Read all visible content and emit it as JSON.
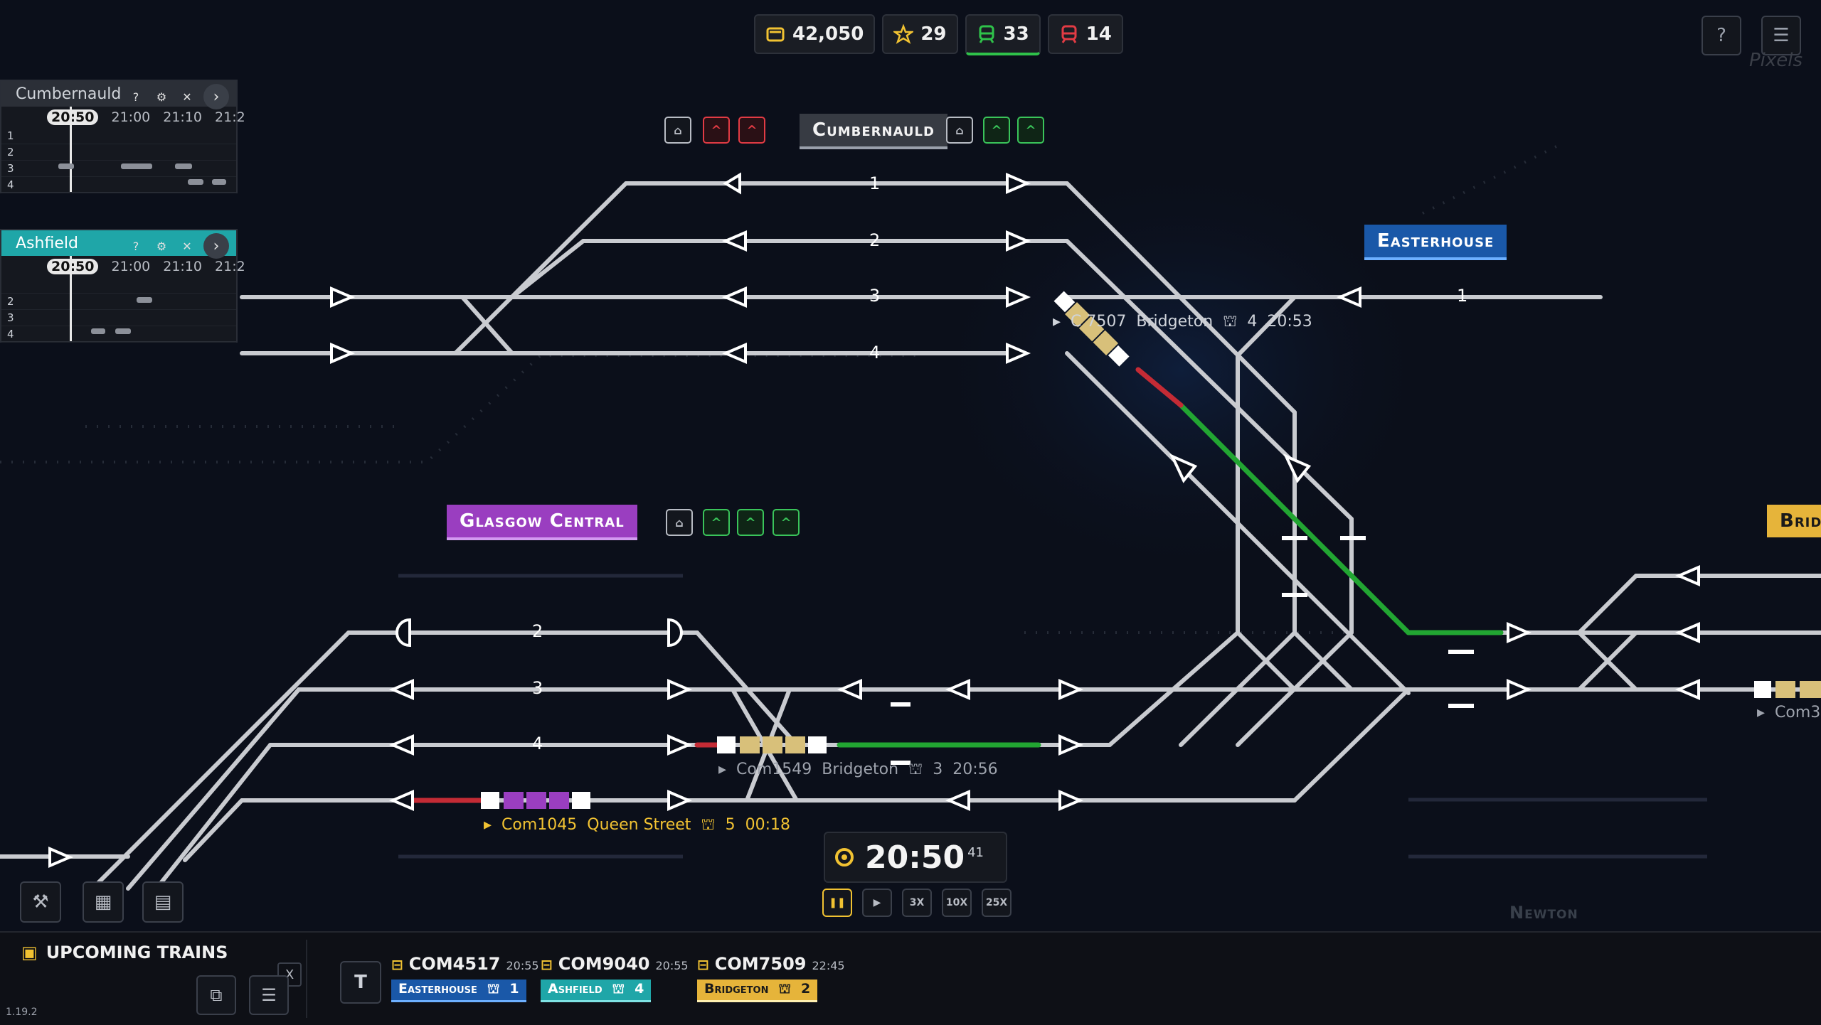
{
  "resources": {
    "money": "42,050",
    "stars": "29",
    "trains_ok": "33",
    "trains_late": "14"
  },
  "watermark": "Pixels",
  "timetables": [
    {
      "station": "Cumbernauld",
      "now": "20:50",
      "times": [
        "21:00",
        "21:10",
        "21:2"
      ],
      "rows": [
        "1",
        "2",
        "3",
        "4"
      ]
    },
    {
      "station": "Ashfield",
      "now": "20:50",
      "times": [
        "21:00",
        "21:10",
        "21:2"
      ],
      "rows": [
        "",
        "2",
        "3",
        "4"
      ]
    }
  ],
  "stations": {
    "cumbernauld": "Cumbernauld",
    "easterhouse": "Easterhouse",
    "glasgow_central": "Glasgow Central",
    "bridgeton": "Brid",
    "newton": "Newton"
  },
  "platforms": {
    "cumbernauld": [
      "1",
      "2",
      "3",
      "4"
    ],
    "easterhouse": [
      "1"
    ],
    "glasgow": [
      "2",
      "3",
      "4"
    ]
  },
  "train_tags": {
    "t7507": {
      "id": "C  7507",
      "dest": "Bridgeton",
      "platform": "4",
      "time": "20:53"
    },
    "t1549": {
      "id": "Com1549",
      "dest": "Bridgeton",
      "platform": "3",
      "time": "20:56"
    },
    "t1045": {
      "id": "Com1045",
      "dest": "Queen Street",
      "platform": "5",
      "time": "00:18"
    },
    "t_edge": {
      "id": "Com3"
    }
  },
  "clock": {
    "time": "20:50",
    "seconds": "41"
  },
  "speeds": [
    "3X",
    "10X",
    "25X"
  ],
  "upcoming": {
    "title": "UPCOMING TRAINS",
    "close": "X",
    "t_button": "T",
    "trains": [
      {
        "name": "COM4517",
        "eta": "20:55",
        "dest": "Easterhouse",
        "platform": "1"
      },
      {
        "name": "COM9040",
        "eta": "20:55",
        "dest": "Ashfield",
        "platform": "4"
      },
      {
        "name": "COM7509",
        "eta": "22:45",
        "dest": "Bridgeton",
        "platform": "2"
      }
    ]
  },
  "version": "1.19.2",
  "colors": {
    "track": "#c9cbd0",
    "track_dim": "#2a2f3a",
    "route_green": "#22a532",
    "signal_red": "#c42b35",
    "train_yellow": "#d8c07a",
    "train_purple": "#9a3ec0"
  }
}
